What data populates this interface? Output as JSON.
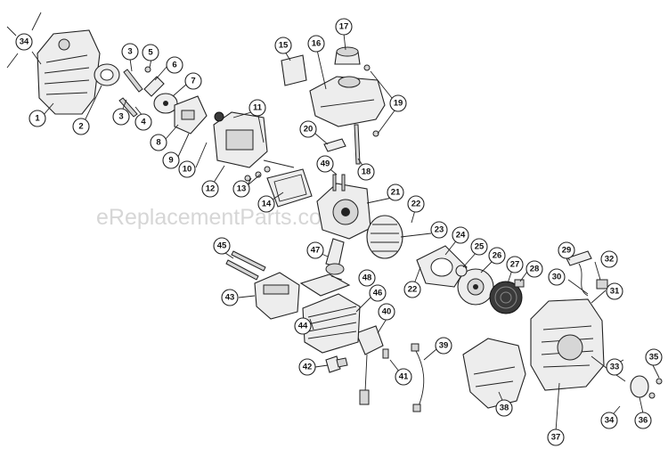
{
  "watermark": "eReplacementParts.com",
  "callouts": [
    "1",
    "2",
    "3",
    "3",
    "4",
    "5",
    "6",
    "7",
    "8",
    "9",
    "10",
    "11",
    "12",
    "13",
    "14",
    "15",
    "16",
    "17",
    "18",
    "19",
    "20",
    "21",
    "22",
    "22",
    "23",
    "24",
    "25",
    "26",
    "27",
    "28",
    "29",
    "30",
    "31",
    "32",
    "33",
    "34",
    "34",
    "35",
    "36",
    "37",
    "38",
    "39",
    "40",
    "41",
    "42",
    "43",
    "44",
    "45",
    "46",
    "47",
    "48",
    "49"
  ]
}
